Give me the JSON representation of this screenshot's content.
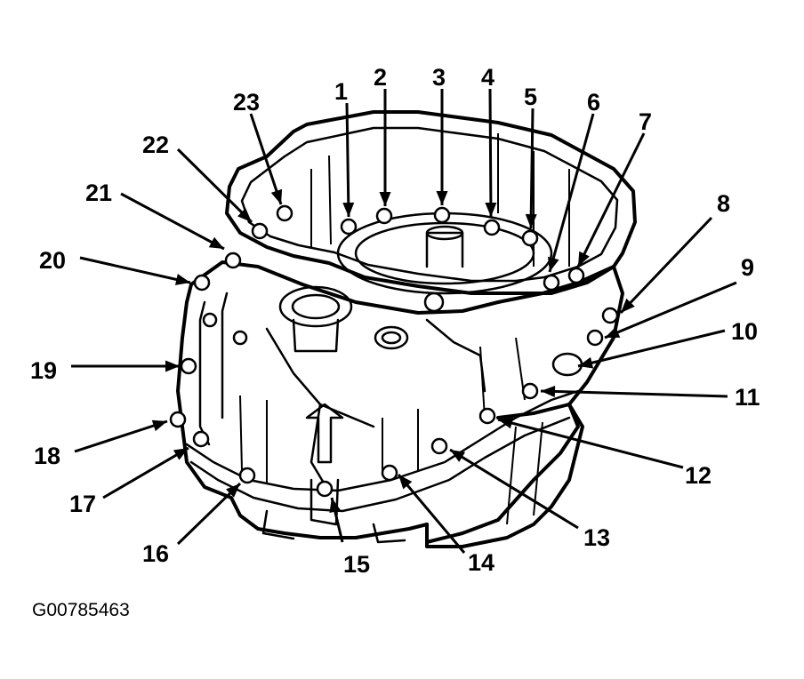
{
  "figure": {
    "code": "G00785463",
    "callouts": [
      {
        "id": "callout-1",
        "label": "1"
      },
      {
        "id": "callout-2",
        "label": "2"
      },
      {
        "id": "callout-3",
        "label": "3"
      },
      {
        "id": "callout-4",
        "label": "4"
      },
      {
        "id": "callout-5",
        "label": "5"
      },
      {
        "id": "callout-6",
        "label": "6"
      },
      {
        "id": "callout-7",
        "label": "7"
      },
      {
        "id": "callout-8",
        "label": "8"
      },
      {
        "id": "callout-9",
        "label": "9"
      },
      {
        "id": "callout-10",
        "label": "10"
      },
      {
        "id": "callout-11",
        "label": "11"
      },
      {
        "id": "callout-12",
        "label": "12"
      },
      {
        "id": "callout-13",
        "label": "13"
      },
      {
        "id": "callout-14",
        "label": "14"
      },
      {
        "id": "callout-15",
        "label": "15"
      },
      {
        "id": "callout-16",
        "label": "16"
      },
      {
        "id": "callout-17",
        "label": "17"
      },
      {
        "id": "callout-18",
        "label": "18"
      },
      {
        "id": "callout-19",
        "label": "19"
      },
      {
        "id": "callout-20",
        "label": "20"
      },
      {
        "id": "callout-21",
        "label": "21"
      },
      {
        "id": "callout-22",
        "label": "22"
      },
      {
        "id": "callout-23",
        "label": "23"
      }
    ]
  }
}
